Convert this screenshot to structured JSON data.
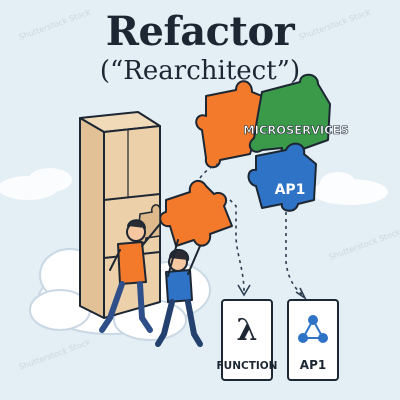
{
  "title": "Refactor",
  "subtitle": "(“Rearchitect”)",
  "pieces": {
    "microservices": "MICROSERVICES",
    "api_top": "AP1"
  },
  "cards": {
    "function_label": "FUNCTION",
    "function_symbol": "λ",
    "api_label": "AP1"
  },
  "watermark": "Shutterstock Stock",
  "colors": {
    "background": "#e4eef5",
    "orange": "#f47a2b",
    "green": "#3a9a4a",
    "blue": "#2f73c6",
    "wood": "#e7c9a0",
    "ink": "#1d2733"
  }
}
